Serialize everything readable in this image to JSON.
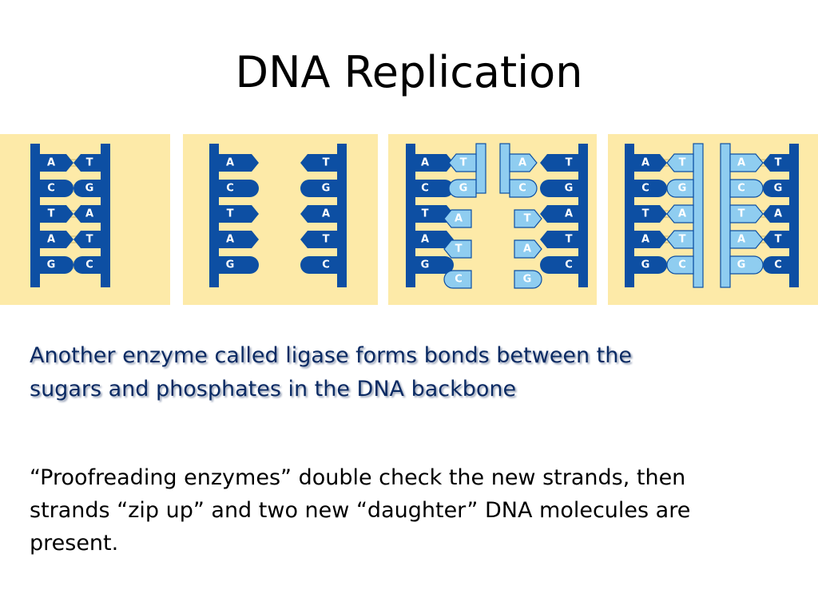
{
  "slide": {
    "title": "DNA Replication",
    "paragraphs": [
      "Another enzyme called ligase forms bonds between the sugars and phosphates in the DNA backbone",
      "“Proofreading enzymes” double check the new strands, then strands “zip up” and two new “daughter” DNA molecules are present."
    ]
  },
  "figure": {
    "colors": {
      "panel_background": "#fdeaa8",
      "original_strand": "#0d4fa3",
      "new_strand": "#8fcdf0",
      "title_text": "#000000",
      "para1_text": "#0a2a63"
    },
    "panels": [
      {
        "stage": "parent-double-helix",
        "left_bases": [
          "A",
          "C",
          "T",
          "A",
          "G"
        ],
        "right_bases": [
          "T",
          "G",
          "A",
          "T",
          "C"
        ]
      },
      {
        "stage": "strands-separated",
        "left_bases": [
          "A",
          "C",
          "T",
          "A",
          "G"
        ],
        "right_bases": [
          "T",
          "G",
          "A",
          "T",
          "C"
        ]
      },
      {
        "stage": "new-nucleotides-pairing",
        "left_bases": [
          "A",
          "C",
          "T",
          "A",
          "G"
        ],
        "left_new": [
          "T",
          "G",
          "A",
          "T",
          "C"
        ],
        "right_new": [
          "A",
          "C",
          "T",
          "A",
          "G"
        ],
        "right_bases": [
          "T",
          "G",
          "A",
          "T",
          "C"
        ]
      },
      {
        "stage": "two-daughter-molecules",
        "molecule1_left": [
          "A",
          "C",
          "T",
          "A",
          "G"
        ],
        "molecule1_right": [
          "T",
          "G",
          "A",
          "T",
          "C"
        ],
        "molecule2_left": [
          "A",
          "C",
          "T",
          "A",
          "G"
        ],
        "molecule2_right": [
          "T",
          "G",
          "A",
          "T",
          "C"
        ]
      }
    ]
  }
}
